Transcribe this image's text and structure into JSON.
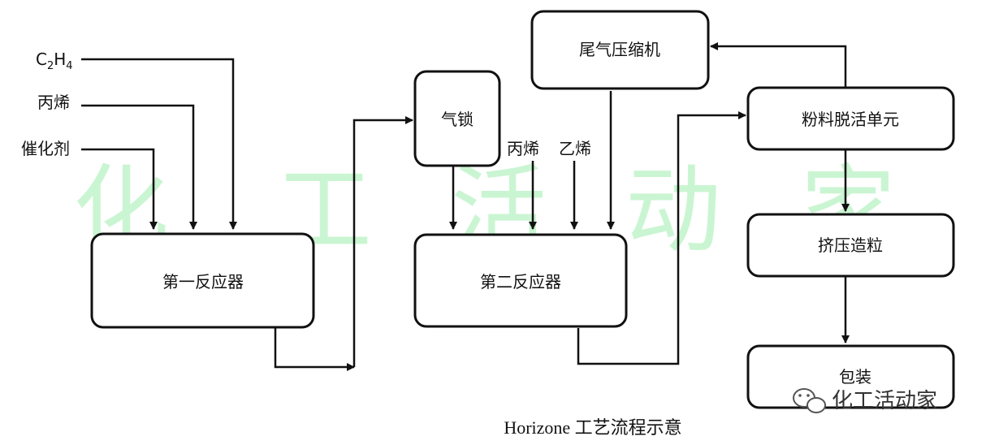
{
  "boxes": {
    "reactor1": "第一反应器",
    "airlock": "气锁",
    "reactor2": "第二反应器",
    "compressor": "尾气压缩机",
    "deactivation": "粉料脱活单元",
    "extrusion": "挤压造粒",
    "packaging": "包装"
  },
  "inputs": {
    "c2h4_main": "C",
    "c2h4_sub1": "2",
    "c2h4_mid": "H",
    "c2h4_sub2": "4",
    "propylene1": "丙烯",
    "catalyst": "催化剂",
    "propylene2": "丙烯",
    "ethylene2": "乙烯"
  },
  "watermark": [
    "化",
    "工",
    "活",
    "动",
    "家"
  ],
  "caption": "Horizone 工艺流程示意",
  "signature": "化工活动家",
  "colors": {
    "watermark": "#b9f2c4",
    "line": "#111111"
  }
}
